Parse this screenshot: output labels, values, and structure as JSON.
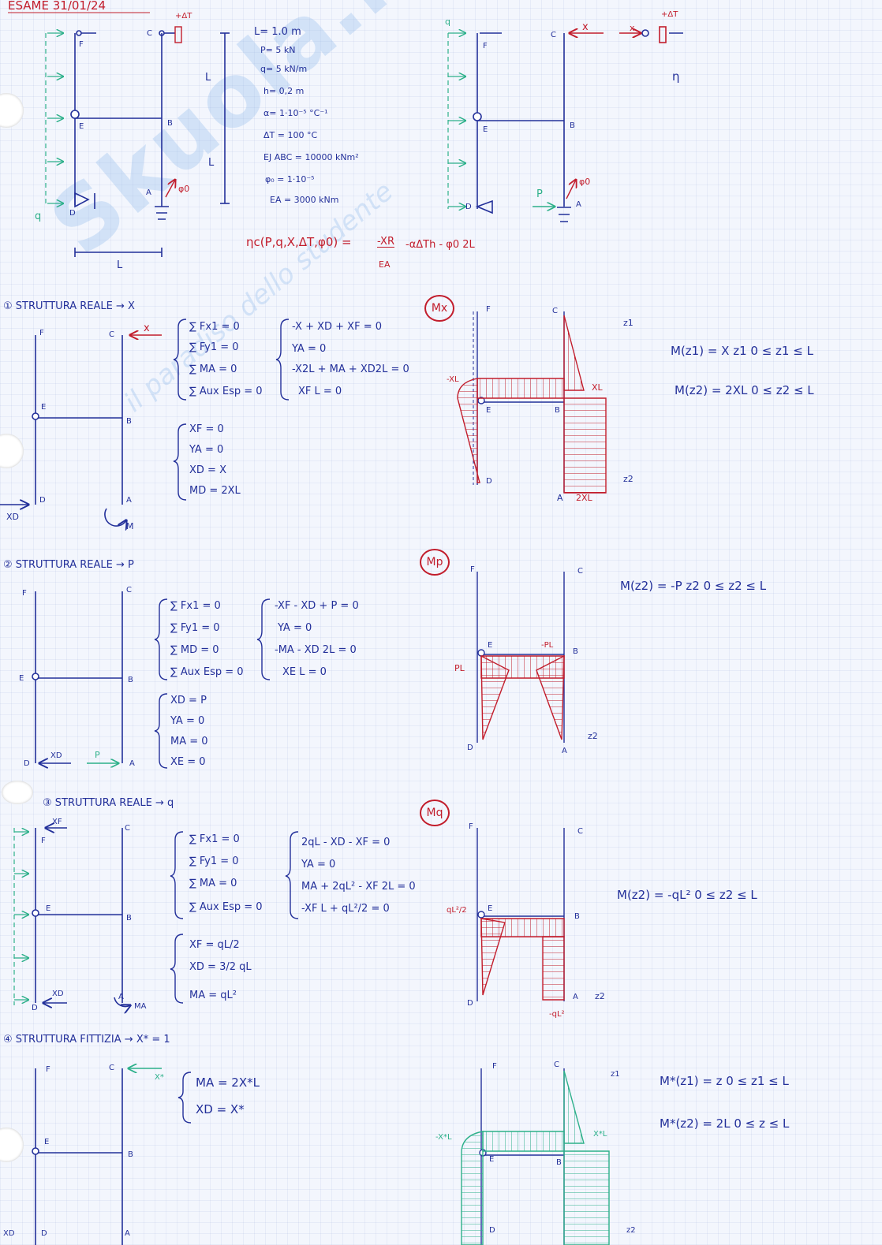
{
  "header": {
    "title": "ESAME   31/01/24"
  },
  "watermark": {
    "brand": "Skuola.net",
    "tagline": "il paradiso dello studente"
  },
  "parameters": [
    "L= 1.0 m",
    "P= 5 kN",
    "q= 5 kN/m",
    "h= 0,2 m",
    "α= 1·10⁻⁵ °C⁻¹",
    "ΔT = 100 °C",
    "EJ ABC = 10000 kNm²",
    "φ₀ = 1·10⁻⁵",
    "EA = 3000 kNm"
  ],
  "formula": {
    "lhs": "ηc(P,q,X,ΔT,φ0) =",
    "frac_num": "-XR",
    "frac_den": "EA",
    "rest": "-αΔTh - φ0 2L"
  },
  "labels": {
    "L": "L",
    "eta": "η",
    "dT": "+ΔT",
    "x": "x",
    "phi": "φ0",
    "P": "P",
    "q": "q",
    "z1": "z1",
    "z2": "z2"
  },
  "nodes": {
    "A": "A",
    "B": "B",
    "C": "C",
    "D": "D",
    "E": "E",
    "F": "F"
  },
  "section1": {
    "title": "① STRUTTURA REALE → X",
    "eq_left": [
      "∑ Fx1 = 0",
      "∑ Fy1 = 0",
      "∑ MA = 0",
      "∑ Aux Esp = 0"
    ],
    "eq_right": [
      "-X + XD + XF = 0",
      "YA = 0",
      "-X2L + MA + XD2L = 0",
      "XF L = 0"
    ],
    "sol": [
      "XF = 0",
      "YA = 0",
      "XD = X",
      "MD = 2XL"
    ],
    "XD": "XD",
    "M": "M",
    "diagram_tag": "Mx",
    "diag_labels": {
      "left": "-XL",
      "right": "XL",
      "bottom": "2XL"
    },
    "moments": [
      "M(z1) = X z1   0 ≤ z1 ≤ L",
      "M(z2) = 2XL   0 ≤ z2 ≤ L"
    ]
  },
  "section2": {
    "title": "② STRUTTURA REALE → P",
    "eq_left": [
      "∑ Fx1 = 0",
      "∑ Fy1 = 0",
      "∑ MD = 0",
      "∑ Aux Esp = 0"
    ],
    "eq_right": [
      "-XF - XD + P = 0",
      "YA = 0",
      "-MA - XD 2L = 0",
      "XE L = 0"
    ],
    "sol": [
      "XD = P",
      "YA = 0",
      "MA = 0",
      "XE = 0"
    ],
    "XD": "XD",
    "diagram_tag": "Mp",
    "diag_labels": {
      "left": "PL",
      "right": "-PL"
    },
    "moments": [
      "M(z2) = -P z2   0 ≤ z2 ≤ L"
    ]
  },
  "section3": {
    "title": "③ STRUTTURA REALE → q",
    "eq_left": [
      "∑ Fx1 = 0",
      "∑ Fy1 = 0",
      "∑ MA = 0",
      "∑ Aux Esp = 0"
    ],
    "eq_right": [
      "2qL - XD - XF = 0",
      "YA = 0",
      "MA + 2qL² - XF 2L = 0",
      "-XF L + qL²/2 = 0"
    ],
    "sol": [
      "XF = qL/2",
      "XD = 3/2 qL",
      "MA = qL²"
    ],
    "XF": "XF",
    "XD": "XD",
    "MA": "MA",
    "diagram_tag": "Mq",
    "diag_labels": {
      "left": "qL²/2",
      "bottom": "-qL²"
    },
    "moments": [
      "M(z2) = -qL²   0 ≤ z2 ≤ L"
    ]
  },
  "section4": {
    "title": "④ STRUTTURA FITTIZIA → X* = 1",
    "eq": [
      "MA = 2X*L",
      "XD = X*"
    ],
    "xstar": "X*",
    "XD": "XD",
    "diag_labels": {
      "left": "-X*L",
      "right": "X*L"
    },
    "moments": [
      "M*(z1) = z   0 ≤ z1 ≤ L",
      "M*(z2) = 2L   0 ≤ z ≤ L"
    ]
  }
}
